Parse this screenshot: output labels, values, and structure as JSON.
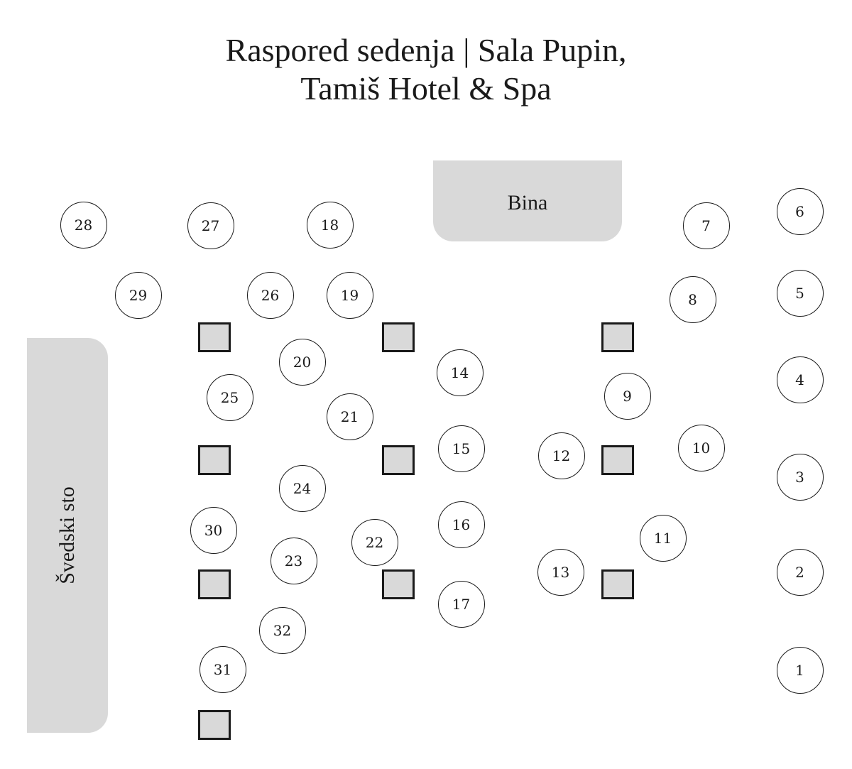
{
  "title": {
    "line1": "Raspored sedenja | Sala Pupin,",
    "line2": "Tamiš Hotel & Spa"
  },
  "stage": {
    "label": "Bina"
  },
  "buffet": {
    "label": "Švedski sto"
  },
  "tables": [
    {
      "number": "1"
    },
    {
      "number": "2"
    },
    {
      "number": "3"
    },
    {
      "number": "4"
    },
    {
      "number": "5"
    },
    {
      "number": "6"
    },
    {
      "number": "7"
    },
    {
      "number": "8"
    },
    {
      "number": "9"
    },
    {
      "number": "10"
    },
    {
      "number": "11"
    },
    {
      "number": "12"
    },
    {
      "number": "13"
    },
    {
      "number": "14"
    },
    {
      "number": "15"
    },
    {
      "number": "16"
    },
    {
      "number": "17"
    },
    {
      "number": "18"
    },
    {
      "number": "19"
    },
    {
      "number": "20"
    },
    {
      "number": "21"
    },
    {
      "number": "22"
    },
    {
      "number": "23"
    },
    {
      "number": "24"
    },
    {
      "number": "25"
    },
    {
      "number": "26"
    },
    {
      "number": "27"
    },
    {
      "number": "28"
    },
    {
      "number": "29"
    },
    {
      "number": "30"
    },
    {
      "number": "31"
    },
    {
      "number": "32"
    }
  ],
  "colors": {
    "block_fill": "#d9d9d9",
    "outline": "#1a1a1a",
    "background": "#ffffff"
  }
}
